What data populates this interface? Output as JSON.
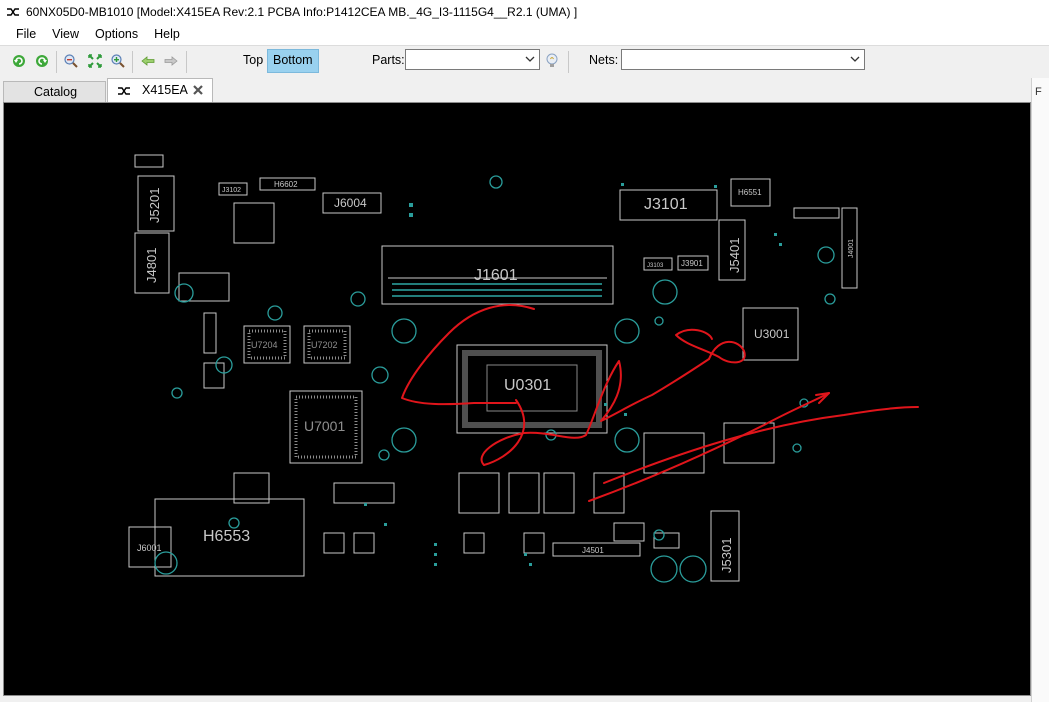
{
  "window": {
    "title": "60NX05D0-MB1010 [Model:X415EA  Rev:2.1 PCBA Info:P1412CEA MB._4G_I3-1115G4__R2.1 (UMA) ]"
  },
  "menu": {
    "items": [
      "File",
      "View",
      "Options",
      "Help"
    ]
  },
  "toolbar": {
    "icons": [
      "rotate-left-icon",
      "rotate-right-icon",
      "zoom-out-icon",
      "fit-icon",
      "zoom-in-icon",
      "back-arrow-icon",
      "forward-arrow-icon"
    ],
    "layers": {
      "top": "Top",
      "bottom": "Bottom",
      "active": "Bottom"
    },
    "parts_label": "Parts:",
    "parts_value": "",
    "nets_label": "Nets:",
    "nets_value": "",
    "highlight_icon": "bulb-icon"
  },
  "tabs": [
    {
      "label": "Catalog",
      "active": false
    },
    {
      "label": "X415EA",
      "active": true,
      "closable": true
    }
  ],
  "side_strip": {
    "label": "F"
  },
  "board": {
    "background": "#000000",
    "outline_color": "#c8c8c8",
    "via_color": "#2a9d9b",
    "annotation_color": "#e0151b",
    "labels": {
      "j1601": "J1601",
      "u0301": "U0301",
      "u3001": "U3001",
      "j3101": "J3101",
      "j6004": "J6004",
      "j5201": "J5201",
      "j4801": "J4801",
      "u7001": "U7001",
      "u7202": "U7202",
      "u7204": "U7204",
      "j5401": "J5401",
      "h6553": "H6553",
      "h6551": "H6551",
      "j6001": "J6001",
      "j4501": "J4501",
      "j5301": "J5301",
      "j3102": "J3102",
      "j3103": "J3103",
      "j3901": "J3901",
      "h6602": "H6602",
      "j4001": "J4001"
    }
  }
}
